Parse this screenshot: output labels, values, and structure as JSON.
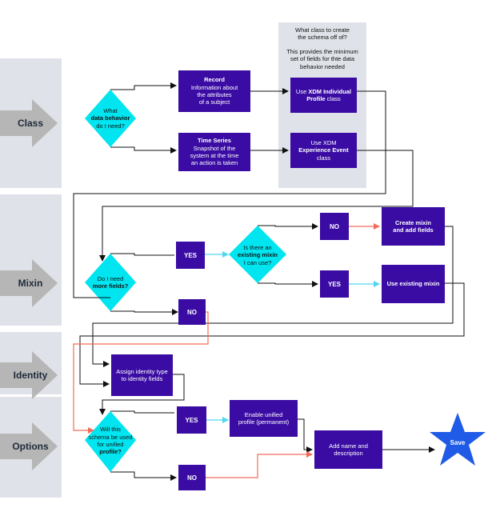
{
  "lanes": {
    "class": "Class",
    "mixin": "Mixin",
    "identity": "Identity",
    "options": "Options"
  },
  "class_panel": {
    "line1": "What class to create",
    "line2": "the schema off of?",
    "line3": "This provides the minimum",
    "line4": "set of fields for thte data",
    "line5": "behavior needed"
  },
  "decisions": {
    "behavior": {
      "l1": "What",
      "l2": "data behavior",
      "l3": "do I need?"
    },
    "fields": {
      "l1": "Do I need",
      "l2": "more fields?"
    },
    "existing_mixin": {
      "l1": "Is there an",
      "l2": "existing mixin",
      "l3": "I can use?"
    },
    "unified": {
      "l1": "Will this",
      "l2": "schema be used",
      "l3": "for unified",
      "l4": "profile?"
    }
  },
  "boxes": {
    "record": {
      "title": "Record",
      "l1": "Information about",
      "l2": "the attributes",
      "l3": "of a subject"
    },
    "timeseries": {
      "title": "Time Series",
      "l1": "Snapshot of the",
      "l2": "system at the time",
      "l3": "an action is taken"
    },
    "xdm_profile": {
      "pre": "Use ",
      "bold1": "XDM Individual",
      "bold2": "Profile",
      "post": " class"
    },
    "xdm_event": {
      "pre": "Use XDM",
      "bold": "Experience Event",
      "post": "class"
    },
    "create_mixin": {
      "l1": "Create mixin",
      "l2": "and add fields"
    },
    "use_mixin": {
      "label": "Use existing mixin"
    },
    "identity": {
      "l1": "Assign identity type",
      "l2": "to identity fields"
    },
    "unified": {
      "l1": "Enable unified",
      "l2": "profile (permanent)"
    },
    "name": {
      "l1": "Add name and",
      "l2": "description"
    }
  },
  "answers": {
    "yes_fields": "YES",
    "no_fields": "NO",
    "no_existing": "NO",
    "yes_existing": "YES",
    "yes_unified": "YES",
    "no_unified": "NO"
  },
  "save": "Save",
  "colors": {
    "purple": "#3a0ca3",
    "cyan": "#00e5ef",
    "lane": "#dfe2e8",
    "arrow": "#b6b6b6",
    "red": "#f26b5b",
    "cyan_line": "#4fd8f0",
    "star": "#1f5be6"
  }
}
